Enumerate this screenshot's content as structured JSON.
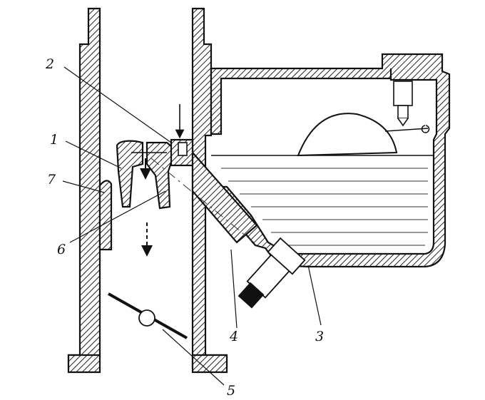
{
  "labels": {
    "l1": "1",
    "l2": "2",
    "l3": "3",
    "l4": "4",
    "l5": "5",
    "l6": "6",
    "l7": "7"
  },
  "colors": {
    "ink": "#111111",
    "paper": "#ffffff",
    "hatch": "#222222"
  }
}
